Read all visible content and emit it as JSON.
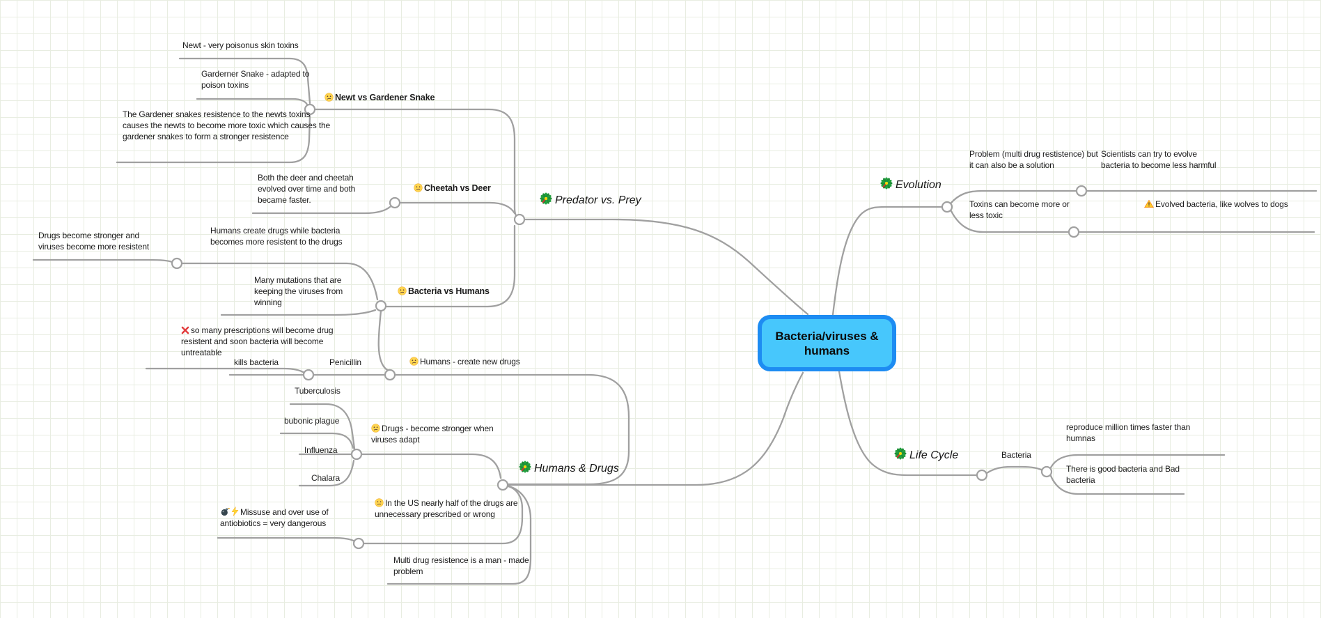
{
  "canvas": {
    "grid_color": "#e8ede1",
    "connector_color": "#a0a0a0",
    "background": "#ffffff"
  },
  "root": {
    "label": "Bacteria/viruses & humans",
    "fill_color": "#47c7fc",
    "border_color": "#1d8cf2"
  },
  "branches": {
    "predator": {
      "label": "Predator vs. Prey",
      "icon": "rosette"
    },
    "evolution": {
      "label": "Evolution",
      "icon": "rosette"
    },
    "humans_drugs": {
      "label": "Humans & Drugs",
      "icon": "rosette"
    },
    "life_cycle": {
      "label": "Life Cycle",
      "icon": "rosette"
    }
  },
  "nodes": {
    "newt_toxins": {
      "label": "Newt - very poisonus skin toxins"
    },
    "gardener_adapted": {
      "label": "Garderner Snake - adapted to poison toxins"
    },
    "newt_vs_gardener": {
      "label": "Newt vs Gardener Snake",
      "icon": "confused-face"
    },
    "gardener_resistence": {
      "label": "The Gardener snakes resistence to the newts toxins causes the newts to become more toxic which causes the gardener snakes to form a stronger resistence"
    },
    "deer_cheetah_evolved": {
      "label": "Both the deer and cheetah evolved over time and both became faster."
    },
    "cheetah_vs_deer": {
      "label": "Cheetah vs Deer",
      "icon": "confused-face"
    },
    "drugs_stronger_resistent": {
      "label": "Drugs become stronger and viruses become more resistent"
    },
    "humans_create_drugs": {
      "label": "Humans create drugs while bacteria becomes more resistent to the drugs"
    },
    "many_mutations": {
      "label": "Many mutations that are keeping the viruses from winning"
    },
    "bacteria_vs_humans": {
      "label": "Bacteria vs Humans",
      "icon": "confused-face"
    },
    "prescriptions_resistent": {
      "label": "so many prescriptions will become drug resistent and soon bacteria will become untreatable",
      "icon": "cross-mark"
    },
    "kills_bacteria": {
      "label": "kills bacteria"
    },
    "penicillin": {
      "label": "Penicillin"
    },
    "humans_new_drugs": {
      "label": "Humans - create new drugs",
      "icon": "confused-face"
    },
    "tuberculosis": {
      "label": "Tuberculosis"
    },
    "bubonic_plague": {
      "label": "bubonic plague"
    },
    "influenza": {
      "label": "Influenza"
    },
    "chalara": {
      "label": "Chalara"
    },
    "drugs_become_stronger": {
      "label": "Drugs - become stronger when viruses adapt",
      "icon": "confused-face"
    },
    "missuse_antiobiotics": {
      "label": "Missuse and over use of antiobiotics = very dangerous",
      "icons": [
        "bomb",
        "high-voltage"
      ]
    },
    "us_prescriptions": {
      "label": "In the US nearly half of the drugs are unnecessary prescribed or wrong",
      "icon": "confused-face"
    },
    "multi_drug_manmade": {
      "label": "Multi drug resistence is a man - made problem"
    },
    "problem_solution": {
      "label": "Problem (multi drug restistence) but it can also be a solution"
    },
    "scientists_evolve": {
      "label": "Scientists can try to evolve bacteria to become less harmful"
    },
    "toxins_more_less": {
      "label": "Toxins can become more or less toxic"
    },
    "evolved_bacteria_wolves": {
      "label": "Evolved bacteria, like wolves to dogs",
      "icon": "warning"
    },
    "bacteria": {
      "label": "Bacteria"
    },
    "reproduce_faster": {
      "label": "reproduce million times faster than humnas"
    },
    "good_bad_bacteria": {
      "label": "There is good bacteria and Bad bacteria"
    }
  }
}
